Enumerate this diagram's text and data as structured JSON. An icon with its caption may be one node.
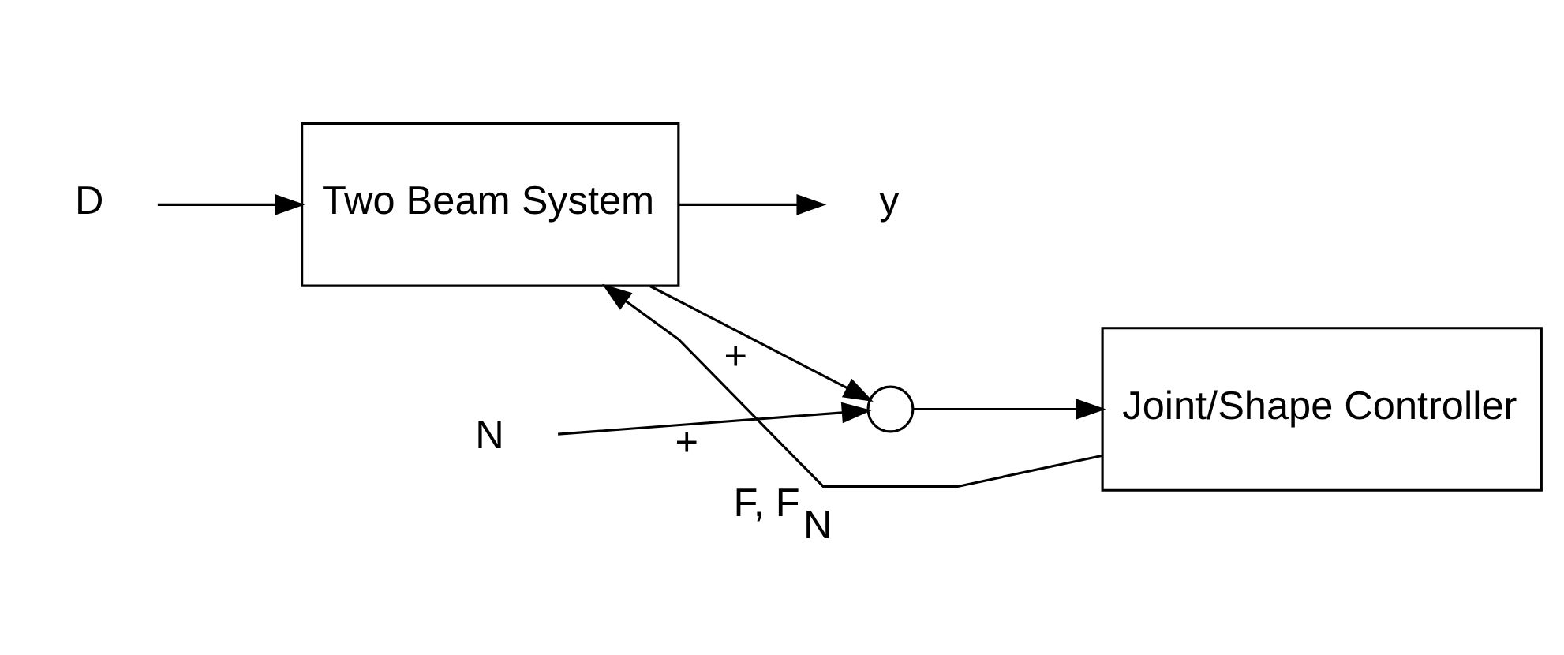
{
  "diagram": {
    "nodes": [
      {
        "text": [
          "D"
        ]
      },
      {
        "text": [
          "Two Beam System"
        ]
      },
      {
        "text": [
          "y"
        ]
      },
      {
        "text": [],
        "shape": "circle"
      },
      {
        "text": [
          "N"
        ]
      },
      {
        "text": [
          "Joint/Shape Controller"
        ]
      }
    ],
    "edges": [
      {
        "from": 0,
        "to": 1,
        "arrow": "to"
      },
      {
        "from": 1,
        "to": 2,
        "arrow": "to"
      },
      {
        "from": 1,
        "to": 3,
        "arrow": "to",
        "label": "+"
      },
      {
        "from": 4,
        "to": 3,
        "arrow": "to",
        "label": "+"
      },
      {
        "from": 3,
        "to": 5,
        "arrow": "to"
      },
      {
        "from": 5,
        "to": 1,
        "arrow": "to",
        "label": "F, F$_{N}$"
      }
    ]
  }
}
